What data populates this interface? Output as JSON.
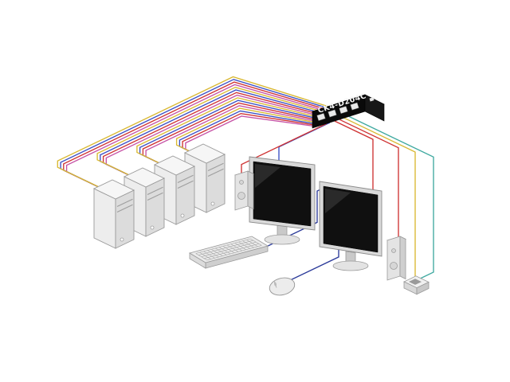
{
  "diagram": {
    "device_label": "CK4-D204C",
    "colors": {
      "magenta": "#c653a6",
      "red": "#cf3333",
      "blue": "#3a4fc4",
      "yellow": "#d9b832",
      "teal": "#3fa9a0",
      "darkblue": "#2c3b9a"
    },
    "components": [
      "kvm-switch",
      "computer-tower-1",
      "computer-tower-2",
      "computer-tower-3",
      "computer-tower-4",
      "monitor-1",
      "monitor-2",
      "keyboard",
      "mouse",
      "speaker-left",
      "speaker-right",
      "peripheral-device"
    ],
    "cables": [
      {
        "name": "pc4-cable-magenta",
        "color": "#c653a6",
        "points": [
          [
            394,
            158.5
          ],
          [
            303,
            146
          ],
          [
            232.9,
            179.6
          ],
          [
            232.9,
            187.6
          ],
          [
            244,
            193
          ]
        ]
      },
      {
        "name": "pc4-cable-red",
        "color": "#cf3333",
        "points": [
          [
            397.1,
            157.4
          ],
          [
            302.3,
            142.7
          ],
          [
            229.1,
            177.8
          ],
          [
            229.1,
            185.8
          ],
          [
            247,
            194.4
          ]
        ]
      },
      {
        "name": "pc4-cable-blue",
        "color": "#3a4fc4",
        "points": [
          [
            400.2,
            156.4
          ],
          [
            301.6,
            139.4
          ],
          [
            225.4,
            176
          ],
          [
            225.4,
            184
          ],
          [
            250,
            195.8
          ]
        ]
      },
      {
        "name": "pc4-cable-yellow",
        "color": "#d9b832",
        "points": [
          [
            403.3,
            155.3
          ],
          [
            300.9,
            136.1
          ],
          [
            221.6,
            174.2
          ],
          [
            221.6,
            182.2
          ],
          [
            253,
            197.2
          ]
        ]
      },
      {
        "name": "pc3-cable-magenta",
        "color": "#c653a6",
        "points": [
          [
            406.4,
            154.3
          ],
          [
            300.2,
            132.8
          ],
          [
            183.1,
            189
          ],
          [
            183.1,
            197
          ],
          [
            206,
            208
          ]
        ]
      },
      {
        "name": "pc3-cable-red",
        "color": "#cf3333",
        "points": [
          [
            409.5,
            153.2
          ],
          [
            299.5,
            129.5
          ],
          [
            179.4,
            187.1
          ],
          [
            179.4,
            195.1
          ],
          [
            209,
            209.4
          ]
        ]
      },
      {
        "name": "pc3-cable-blue",
        "color": "#3a4fc4",
        "points": [
          [
            412.6,
            152.2
          ],
          [
            298.8,
            126.2
          ],
          [
            175.6,
            185.3
          ],
          [
            175.6,
            193.3
          ],
          [
            212,
            210.8
          ]
        ]
      },
      {
        "name": "pc3-cable-yellow",
        "color": "#d9b832",
        "points": [
          [
            415.7,
            151.1
          ],
          [
            298.1,
            122.9
          ],
          [
            171.9,
            183.5
          ],
          [
            171.9,
            191.5
          ],
          [
            215,
            212.2
          ]
        ]
      },
      {
        "name": "pc2-cable-magenta",
        "color": "#c653a6",
        "points": [
          [
            418.8,
            150.1
          ],
          [
            297.4,
            119.6
          ],
          [
            133.3,
            198.4
          ],
          [
            133.3,
            206.4
          ],
          [
            168,
            223
          ]
        ]
      },
      {
        "name": "pc2-cable-red",
        "color": "#cf3333",
        "points": [
          [
            421.9,
            149
          ],
          [
            296.7,
            116.3
          ],
          [
            129.6,
            196.5
          ],
          [
            129.6,
            204.5
          ],
          [
            171,
            224.4
          ]
        ]
      },
      {
        "name": "pc2-cable-blue",
        "color": "#3a4fc4",
        "points": [
          [
            425,
            148
          ],
          [
            296,
            113
          ],
          [
            125.8,
            194.7
          ],
          [
            125.8,
            202.7
          ],
          [
            174,
            225.8
          ]
        ]
      },
      {
        "name": "pc2-cable-yellow",
        "color": "#d9b832",
        "points": [
          [
            428.1,
            146.9
          ],
          [
            295.3,
            109.7
          ],
          [
            122.1,
            192.8
          ],
          [
            122.1,
            200.8
          ],
          [
            177,
            227.2
          ]
        ]
      },
      {
        "name": "pc1-cable-magenta",
        "color": "#c653a6",
        "points": [
          [
            431.2,
            145.9
          ],
          [
            294.6,
            106.4
          ],
          [
            83.6,
            207.7
          ],
          [
            83.6,
            215.7
          ],
          [
            130,
            238
          ]
        ]
      },
      {
        "name": "pc1-cable-red",
        "color": "#cf3333",
        "points": [
          [
            434.3,
            144.8
          ],
          [
            293.9,
            103.1
          ],
          [
            79.8,
            205.9
          ],
          [
            79.8,
            213.9
          ],
          [
            133,
            239.4
          ]
        ]
      },
      {
        "name": "pc1-cable-blue",
        "color": "#3a4fc4",
        "points": [
          [
            437.4,
            143.8
          ],
          [
            293.2,
            99.8
          ],
          [
            76.1,
            204
          ],
          [
            76.1,
            212
          ],
          [
            136,
            240.8
          ]
        ]
      },
      {
        "name": "pc1-cable-yellow",
        "color": "#d9b832",
        "points": [
          [
            440.5,
            142.8
          ],
          [
            292.5,
            96.5
          ],
          [
            72.3,
            202.2
          ],
          [
            72.3,
            210.2
          ],
          [
            139,
            242.2
          ]
        ]
      },
      {
        "name": "monitor1-video-cable",
        "color": "#3a4fc4",
        "points": [
          [
            414,
            154
          ],
          [
            350,
            184.7
          ],
          [
            350,
            206
          ]
        ]
      },
      {
        "name": "monitor2-video-cable",
        "color": "#cf3333",
        "points": [
          [
            420,
            152.1
          ],
          [
            468,
            175.1
          ],
          [
            468,
            240
          ]
        ]
      },
      {
        "name": "speaker-left-cable",
        "color": "#cf3333",
        "points": [
          [
            410,
            155.3
          ],
          [
            303,
            206.7
          ],
          [
            303,
            220
          ]
        ]
      },
      {
        "name": "speaker-right-cable",
        "color": "#cf3333",
        "points": [
          [
            426,
            150.2
          ],
          [
            500,
            185.7
          ],
          [
            500,
            302
          ]
        ]
      },
      {
        "name": "device-cable-yellow",
        "color": "#d9b832",
        "points": [
          [
            432,
            148.3
          ],
          [
            521,
            191
          ],
          [
            521,
            352
          ],
          [
            528,
            355.4
          ]
        ]
      },
      {
        "name": "device-cable-teal",
        "color": "#3fa9a0",
        "points": [
          [
            438,
            146.4
          ],
          [
            544,
            197.3
          ],
          [
            544,
            342
          ],
          [
            526,
            350.6
          ]
        ]
      },
      {
        "name": "keyboard-cable",
        "color": "#2c3b9a",
        "points": [
          [
            330,
            312
          ],
          [
            398,
            279.4
          ],
          [
            398,
            240
          ],
          [
            412,
            233.3
          ]
        ]
      },
      {
        "name": "mouse-cable",
        "color": "#2c3b9a",
        "points": [
          [
            356,
            356
          ],
          [
            425,
            322.9
          ],
          [
            425,
            292
          ]
        ]
      }
    ]
  }
}
